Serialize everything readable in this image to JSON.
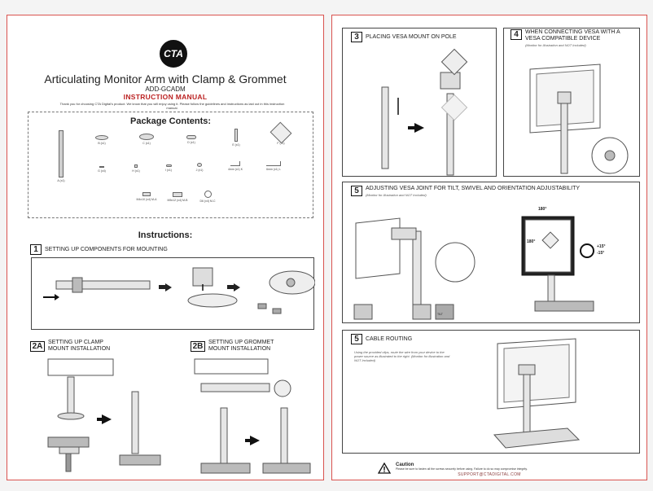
{
  "left": {
    "logo_text": "CTA",
    "title": "Articulating Monitor Arm with Clamp & Grommet",
    "model": "ADD-GCADM",
    "manual": "INSTRUCTION MANUAL",
    "thanks": "Thank you for choosing CTA Digital's product. We know that you will enjoy using it. Please follow the guidelines and instructions as laid out in this instruction manual.",
    "package_title": "Package Contents:",
    "parts": [
      {
        "label": "A (x1)"
      },
      {
        "label": "B (x1)"
      },
      {
        "label": "C (x1)"
      },
      {
        "label": "D (x1)"
      },
      {
        "label": "E (x1)"
      },
      {
        "label": "F (x1)"
      },
      {
        "label": "G (x4)"
      },
      {
        "label": "H (x1)"
      },
      {
        "label": "I (x1)"
      },
      {
        "label": "J (x1)"
      },
      {
        "label": "4mm (x1) K"
      },
      {
        "label": "6mm (x1) L"
      },
      {
        "label": "M4x10 (x4) M-A"
      },
      {
        "label": "M5x12 (x4) M-B"
      },
      {
        "label": "D6 (x4) M-C"
      }
    ],
    "instructions_title": "Instructions:",
    "step1_num": "1",
    "step1_text": "SETTING UP COMPONENTS FOR MOUNTING",
    "step2a_num": "2A",
    "step2a_text1": "SETTING UP CLAMP",
    "step2a_text2": "MOUNT INSTALLATION",
    "step2b_num": "2B",
    "step2b_text1": "SETTING UP GROMMET",
    "step2b_text2": "MOUNT INSTALLATION"
  },
  "right": {
    "step3_num": "3",
    "step3_text": "PLACING VESA MOUNT ON POLE",
    "step4_num": "4",
    "step4_text1": "WHEN CONNECTING VESA WITH A",
    "step4_text2": "VESA COMPATIBLE DEVICE",
    "step4_sub": "(Monitor for Illustration and NOT Included)",
    "step5a_num": "5",
    "step5a_text": "ADJUSTING VESA JOINT FOR TILT, SWIVEL AND ORIENTATION ADJUSTABILITY",
    "step5a_sub": "(Monitor for Illustration and NOT Included)",
    "angle_top": "180°",
    "angle_mid": "180°",
    "angle_up": "+15°",
    "angle_down": "-15°",
    "tilt_label": "TILT",
    "step5b_num": "5",
    "step5b_text": "CABLE ROUTING",
    "step5b_sub": "Using the provided clips, route the wire from your device to the power source as illustrated to the right. (Monitor for illustration and NOT Included)",
    "caution_title": "Caution",
    "caution_text": "Please be sure to fasten all the screws securely before using. Failure to do so may compromise integrity.",
    "support": "SUPPORT@CTADIGITAL.COM"
  }
}
